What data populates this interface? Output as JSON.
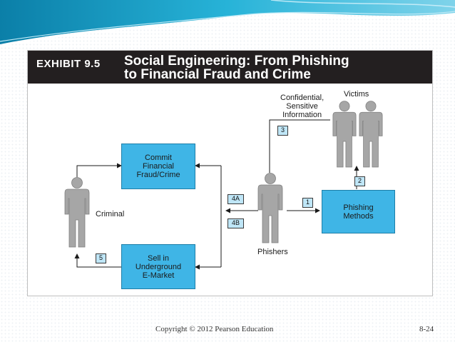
{
  "exhibit": {
    "number": "EXHIBIT 9.5",
    "title_line1": "Social Engineering: From Phishing",
    "title_line2": "to Financial Fraud and Crime"
  },
  "boxes": {
    "commit": [
      "Commit",
      "Financial",
      "Fraud/Crime"
    ],
    "sell": [
      "Sell in",
      "Underground",
      "E-Market"
    ],
    "phishing": [
      "Phishing",
      "Methods"
    ]
  },
  "labels": {
    "criminal": "Criminal",
    "phishers": "Phishers",
    "victims": "Victims",
    "info": [
      "Confidential,",
      "Sensitive",
      "Information"
    ]
  },
  "steps": {
    "s1": "1",
    "s2": "2",
    "s3": "3",
    "s4a": "4A",
    "s4b": "4B",
    "s5": "5"
  },
  "footer": {
    "copyright": "Copyright © 2012 Pearson Education",
    "page": "8-24"
  },
  "colors": {
    "box": "#3fb5e6",
    "tag": "#bfe6f7",
    "person": "#a6a6a6",
    "header": "#231f20"
  },
  "icons": [
    "person-icon",
    "arrow-icon"
  ]
}
